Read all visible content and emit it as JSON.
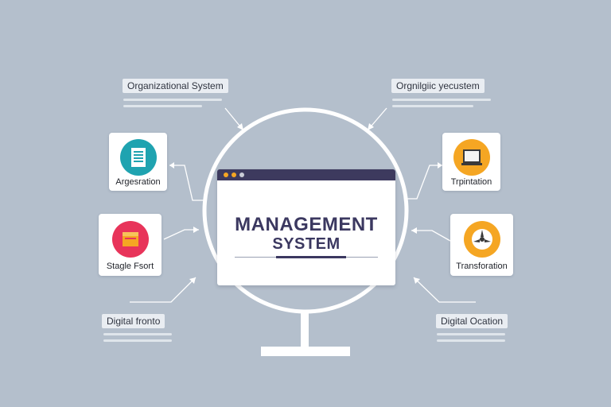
{
  "callouts": {
    "top_left": "Organizational System",
    "top_right": "Orgnilgiic yecustem",
    "bottom_left": "Digital fronto",
    "bottom_right": "Digital Ocation"
  },
  "cards": {
    "left_top": {
      "label": "Argesration",
      "icon": "document-icon",
      "color": "#1fa3b0"
    },
    "left_bottom": {
      "label": "Stagle Fsort",
      "icon": "folder-icon",
      "color": "#e8345a"
    },
    "right_top": {
      "label": "Trpintation",
      "icon": "laptop-icon",
      "color": "#f5a623"
    },
    "right_bottom": {
      "label": "Transforation",
      "icon": "aperture-icon",
      "color": "#f5a623"
    }
  },
  "screen": {
    "title_line1": "MANAGEMENT",
    "title_line2": "SYSTEM",
    "dot_colors": [
      "#f5a623",
      "#f5a623",
      "#c9ccd6"
    ]
  },
  "colors": {
    "background": "#b4bfcc",
    "title": "#3b3860",
    "header_bar": "#3d3a5e",
    "lens": "#ffffff"
  }
}
